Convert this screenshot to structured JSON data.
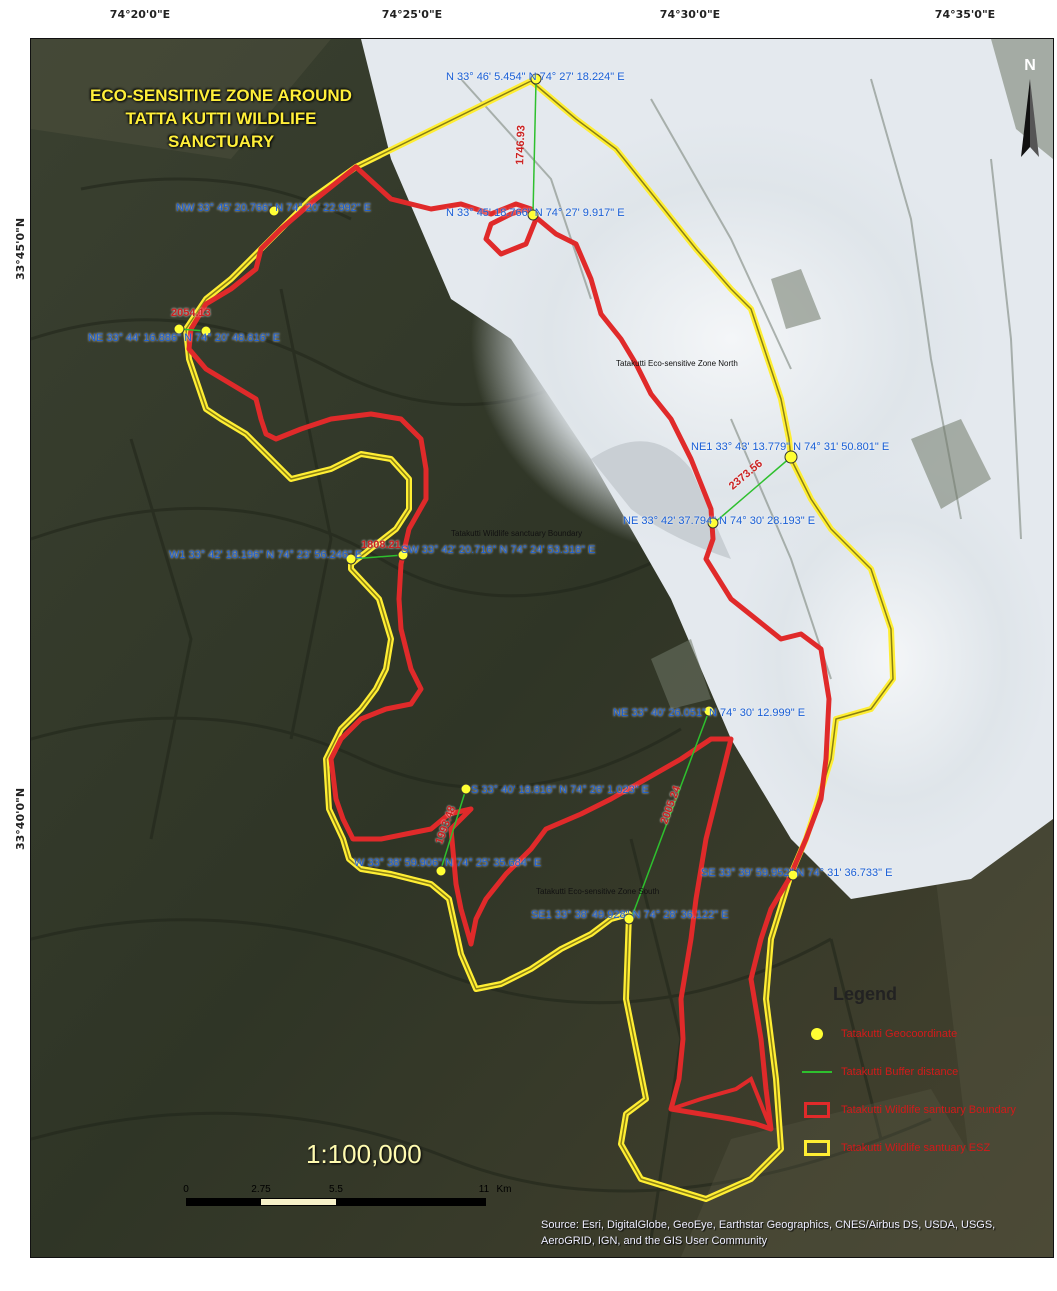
{
  "axes": {
    "top_ticks": [
      "74°20'0\"E",
      "74°25'0\"E",
      "74°30'0\"E",
      "74°35'0\"E"
    ],
    "left_ticks": [
      "33°45'0\"N",
      "33°40'0\"N"
    ]
  },
  "title_lines": [
    "ECO-SENSITIVE ZONE AROUND",
    "TATTA KUTTI WILDLIFE SANCTUARY"
  ],
  "north_letter": "N",
  "point_labels": [
    "NW 33° 45' 20.766\" N 74° 20' 22.992\" E",
    "N 33° 46' 5.454\" N 74° 27' 18.224\" E",
    "N 33° 45' 18.766\" N 74° 27' 9.917\" E",
    "NE 33° 44' 16.886\" N 74° 20' 48.816\" E",
    "NE1 33° 43' 13.779\" N 74° 31' 50.801\" E",
    "NE 33° 42' 37.794\" N 74° 30' 28.193\" E",
    "W1 33° 42' 18.196\" N 74° 23' 56.246\" E",
    "SW 33° 42' 20.716\" N 74° 24' 53.318\" E",
    "NE 33° 40' 26.051\" N 74° 30' 12.999\" E",
    "S 33° 40' 18.816\" N 74° 26' 1.023\" E",
    "W 33° 38' 59.906\" N 74° 25' 35.684\" E",
    "SE 33° 39' 59.952\" N 74° 31' 36.733\" E",
    "SE1 33° 38' 49.928\" N 74° 28' 36.122\" E"
  ],
  "zone_labels": [
    "Tatakutti Eco-sensitive Zone North",
    "Tatakutti Wildlife sanctuary Boundary",
    "Tatakutti Eco-sensitive Zone South"
  ],
  "distance_labels": [
    "1746.93",
    "2373.56",
    "1808.21",
    "1993.48",
    "2005.24",
    "2054.13"
  ],
  "legend": {
    "title": "Legend",
    "items": [
      {
        "label": "Tatakutti Geocoordinate",
        "symbol": "dot",
        "color": "#ffff33"
      },
      {
        "label": "Tatakutti Buffer distance",
        "symbol": "line",
        "color": "#2ec02e"
      },
      {
        "label": "Tatakutti Wildlife santuary Boundary",
        "symbol": "box",
        "color": "#e02a2a"
      },
      {
        "label": "Tatakutti Wildlife santuary ESZ",
        "symbol": "box",
        "color": "#ffee33"
      }
    ]
  },
  "scale": {
    "ratio": "1:100,000",
    "ticks": [
      "0",
      "2.75",
      "5.5",
      "11"
    ],
    "unit": "Km"
  },
  "source": "Source: Esri, DigitalGlobe, GeoEye, Earthstar Geographics, CNES/Airbus DS, USDA, USGS, AeroGRID, IGN, and the GIS User Community",
  "colors": {
    "boundary": "#e02a2a",
    "esz": "#ffee33",
    "buffer": "#2ec02e",
    "label": "#1a5fd6",
    "snow": "#e9eef2",
    "forest": "#2e3324"
  }
}
